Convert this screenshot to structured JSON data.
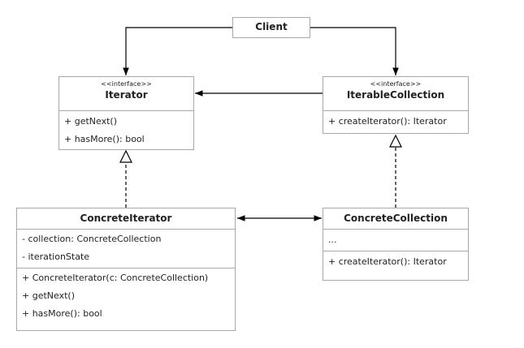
{
  "client": {
    "name": "Client"
  },
  "iterator": {
    "stereotype": "<<interface>>",
    "name": "Iterator",
    "methods": [
      "+ getNext()",
      "+ hasMore(): bool"
    ]
  },
  "iterable_collection": {
    "stereotype": "<<interface>>",
    "name": "IterableCollection",
    "methods": [
      "+ createIterator(): Iterator"
    ]
  },
  "concrete_iterator": {
    "name": "ConcreteIterator",
    "fields": [
      "- collection: ConcreteCollection",
      "- iterationState"
    ],
    "methods": [
      "+ ConcreteIterator(c: ConcreteCollection)",
      "+ getNext()",
      "+ hasMore(): bool"
    ]
  },
  "concrete_collection": {
    "name": "ConcreteCollection",
    "fields": [
      "..."
    ],
    "methods": [
      "+ createIterator(): Iterator"
    ]
  },
  "colors": {
    "line": "#000000",
    "border": "#a8a8a8"
  }
}
